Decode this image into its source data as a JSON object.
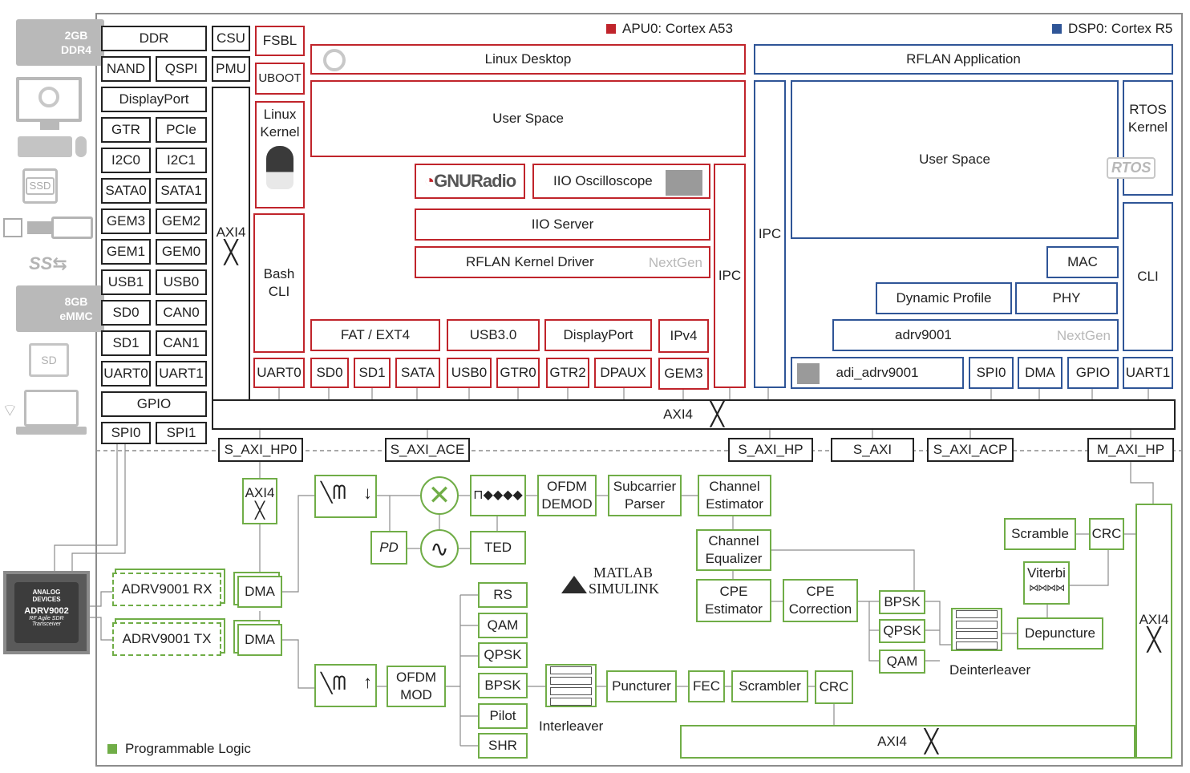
{
  "ps_labels": {
    "ddr": "DDR",
    "csu": "CSU",
    "nand": "NAND",
    "qspi": "QSPI",
    "pmu": "PMU",
    "displayport": "DisplayPort",
    "gtr": "GTR",
    "pcie": "PCIe",
    "i2c0": "I2C0",
    "i2c1": "I2C1",
    "sata0": "SATA0",
    "sata1": "SATA1",
    "gem3": "GEM3",
    "gem2": "GEM2",
    "gem1": "GEM1",
    "gem0": "GEM0",
    "usb1": "USB1",
    "usb0": "USB0",
    "sd0": "SD0",
    "can0": "CAN0",
    "sd1": "SD1",
    "can1": "CAN1",
    "uart0": "UART0",
    "uart1": "UART1",
    "gpio": "GPIO",
    "spi0": "SPI0",
    "spi1": "SPI1",
    "axi4": "AXI4"
  },
  "apu": {
    "legend": "APU0: Cortex A53",
    "legend_color": "#c0242b",
    "fsbl": "FSBL",
    "uboot": "UBOOT",
    "linux_kernel": "Linux\nKernel",
    "bash_cli": "Bash\nCLI",
    "linux_desktop": "Linux Desktop",
    "user_space": "User Space",
    "gnuradio": "GNURadio",
    "iio_scope": "IIO Oscilloscope",
    "iio_server": "IIO Server",
    "rflan_driver": "RFLAN Kernel Driver",
    "nextgen": "NextGen",
    "fat": "FAT / EXT4",
    "usb3": "USB3.0",
    "displayport": "DisplayPort",
    "ipv4": "IPv4",
    "ipc": "IPC",
    "uart0": "UART0",
    "sd0": "SD0",
    "sd1": "SD1",
    "sata": "SATA",
    "usb0": "USB0",
    "gtr0": "GTR0",
    "gtr2": "GTR2",
    "dpaux": "DPAUX",
    "gem3": "GEM3"
  },
  "dsp": {
    "legend": "DSP0: Cortex R5",
    "legend_color": "#2f5597",
    "rflan_app": "RFLAN Application",
    "ipc": "IPC",
    "user_space": "User Space",
    "rtos_kernel": "RTOS\nKernel",
    "freertos": "RTOS",
    "cli": "CLI",
    "mac": "MAC",
    "dynamic_profile": "Dynamic Profile",
    "phy": "PHY",
    "adrv9001": "adrv9001",
    "nextgen": "NextGen",
    "adi_adrv9001": "adi_adrv9001",
    "spi0": "SPI0",
    "dma": "DMA",
    "gpio": "GPIO",
    "uart1": "UART1"
  },
  "bus": {
    "axi4": "AXI4",
    "s_axi_hp0": "S_AXI_HP0",
    "s_axi_ace": "S_AXI_ACE",
    "s_axi_hp": "S_AXI_HP",
    "s_axi": "S_AXI",
    "s_axi_acp": "S_AXI_ACP",
    "m_axi_hp": "M_AXI_HP"
  },
  "pl": {
    "legend": "Programmable Logic",
    "legend_color": "#70ad47",
    "axi4_small": "AXI4",
    "adrv_rx": "ADRV9001 RX",
    "adrv_tx": "ADRV9001 TX",
    "dma": "DMA",
    "pd": "PD",
    "ted": "TED",
    "ofdm_demod": "OFDM\nDEMOD",
    "subcarrier_parser": "Subcarrier\nParser",
    "channel_estimator": "Channel\nEstimator",
    "channel_equalizer": "Channel\nEqualizer",
    "cpe_estimator": "CPE\nEstimator",
    "cpe_correction": "CPE\nCorrection",
    "bpsk": "BPSK",
    "qpsk": "QPSK",
    "qam": "QAM",
    "deinterleaver": "Deinterleaver",
    "depuncture": "Depuncture",
    "viterbi": "Viterbi",
    "scramble": "Scramble",
    "crc": "CRC",
    "axi4_right": "AXI4",
    "rs": "RS",
    "pilot": "Pilot",
    "shr": "SHR",
    "ofdm_mod": "OFDM\nMOD",
    "interleaver": "Interleaver",
    "puncturer": "Puncturer",
    "fec": "FEC",
    "scrambler": "Scrambler",
    "axi4_bottom": "AXI4",
    "matlab": "MATLAB",
    "simulink": "SIMULINK"
  },
  "peripherals": {
    "ddr4": "2GB\nDDR4",
    "ssd": "SSD",
    "emmc": "8GB\neMMC",
    "sd": "SD"
  },
  "chip": {
    "brand": "ANALOG\nDEVICES",
    "part": "ADRV9002",
    "desc": "RF Agile SDR\nTransceiver"
  }
}
